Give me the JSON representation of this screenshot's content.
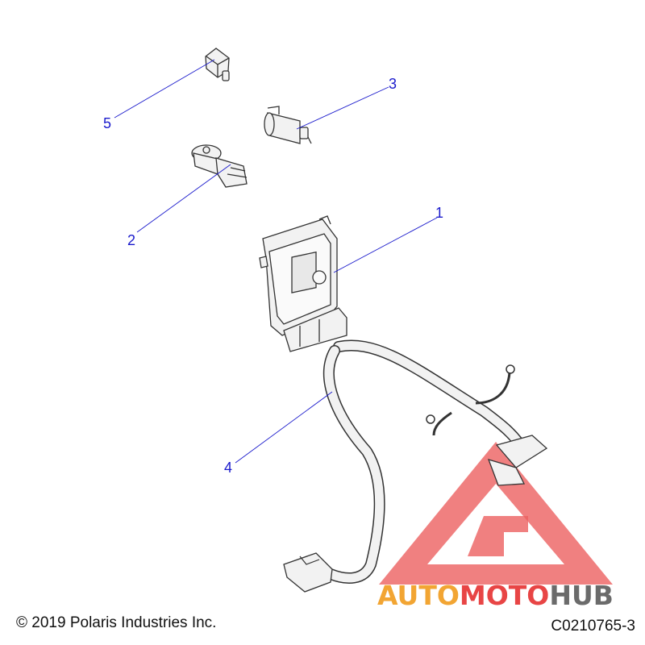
{
  "colors": {
    "leader": "#1a1acc",
    "callout": "#1a1acc",
    "outline": "#333333",
    "part_fill": "#f2f2f2",
    "watermark_red": "#e84545",
    "watermark_orange": "#f2a533",
    "watermark_gray": "#6b6b6b"
  },
  "callouts": [
    {
      "id": "1",
      "label": "1"
    },
    {
      "id": "2",
      "label": "2"
    },
    {
      "id": "3",
      "label": "3"
    },
    {
      "id": "4",
      "label": "4"
    },
    {
      "id": "5",
      "label": "5"
    }
  ],
  "watermark": {
    "part1": "AUTO",
    "part2": "MOTO",
    "part3": "HUB",
    "icon": "triangle-logo-icon"
  },
  "footer": {
    "copyright": "© 2019 Polaris Industries Inc.",
    "drawing_id": "C0210765-3"
  }
}
